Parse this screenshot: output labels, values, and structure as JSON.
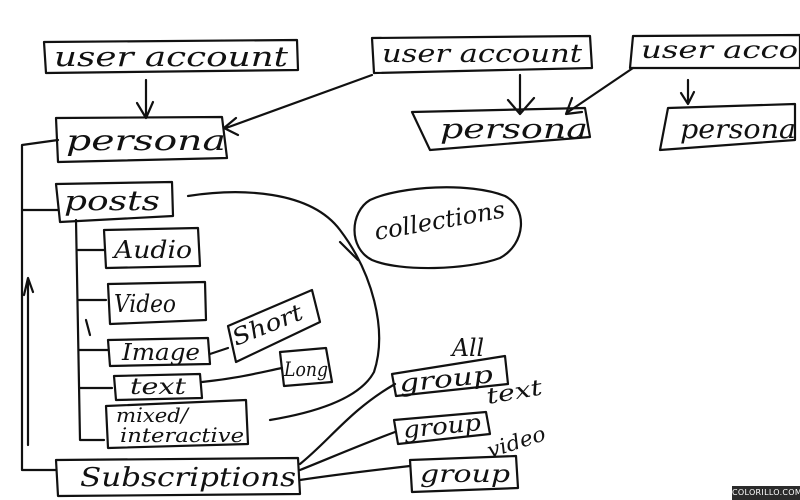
{
  "accounts": [
    {
      "account_label": "user account",
      "persona_label": "persona"
    },
    {
      "account_label": "user account",
      "persona_label": "persona"
    },
    {
      "account_label": "user acco",
      "persona_label": "persona"
    }
  ],
  "posts": {
    "label": "posts",
    "types": [
      "Audio",
      "Video",
      "Image",
      "text",
      "mixed/",
      "interactive"
    ]
  },
  "lengths": [
    "Short",
    "Long"
  ],
  "collections_label": "collections",
  "subscriptions_label": "Subscriptions",
  "groups": [
    {
      "tag": "All",
      "label": "group"
    },
    {
      "tag": "text",
      "label": "group"
    },
    {
      "tag": "video",
      "label": "group"
    }
  ],
  "watermark": "COLORILLO.COM"
}
